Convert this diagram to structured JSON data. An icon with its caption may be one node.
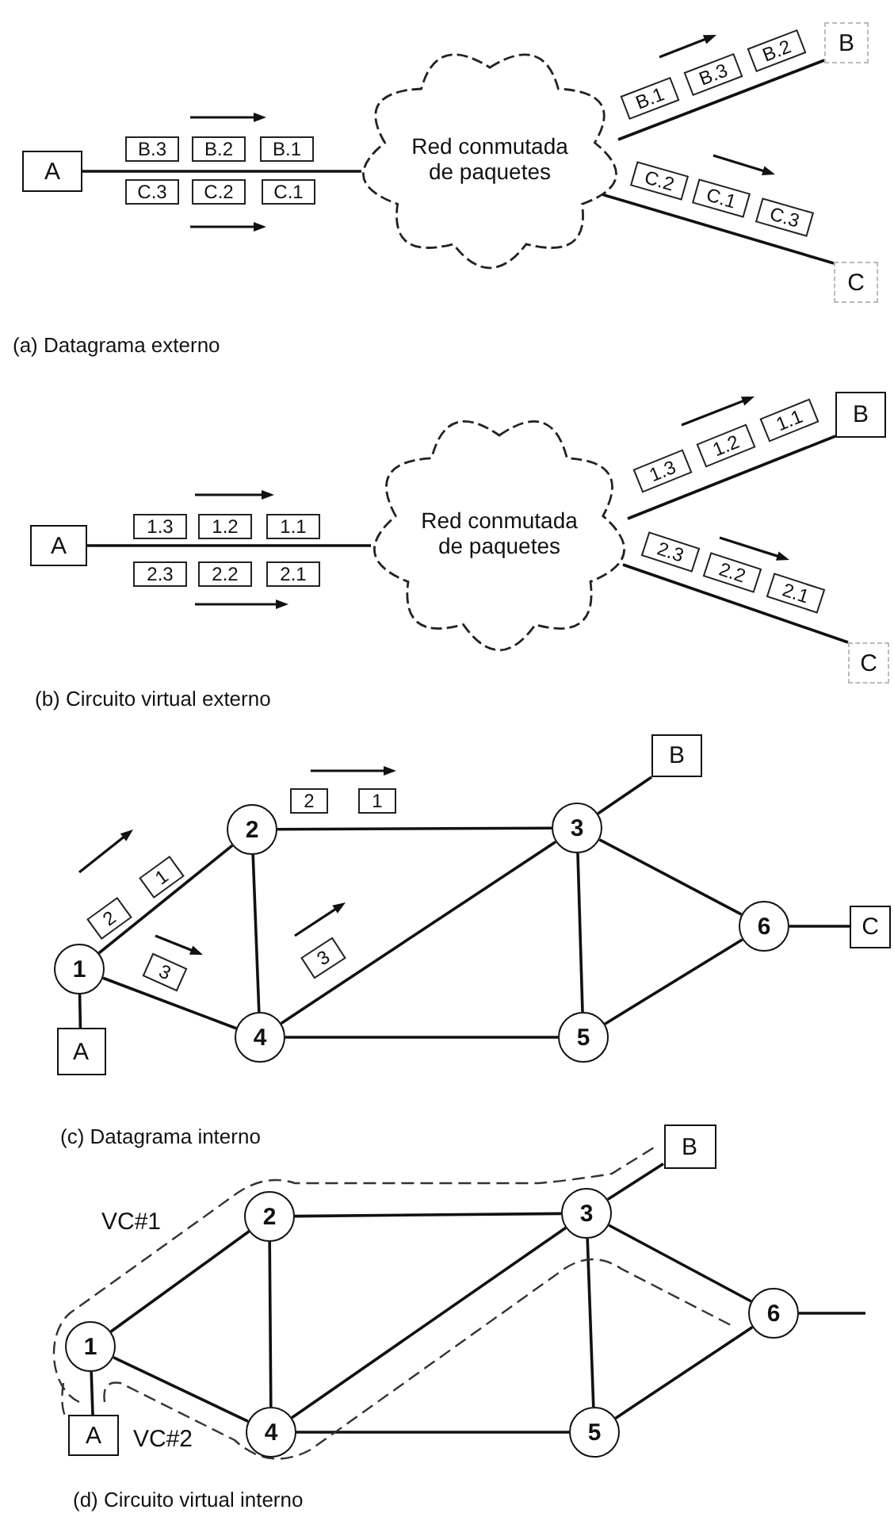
{
  "diagram": {
    "nodes": [
      {
        "text": [
          "A"
        ]
      },
      {
        "text": [
          "Red conmutada de paquetes"
        ]
      },
      {
        "text": [
          "B"
        ]
      },
      {
        "text": [
          "C"
        ]
      },
      {
        "text": [
          "B.3"
        ]
      },
      {
        "text": [
          "B.2"
        ]
      },
      {
        "text": [
          "B.1"
        ]
      },
      {
        "text": [
          "C.3"
        ]
      },
      {
        "text": [
          "C.2"
        ]
      },
      {
        "text": [
          "C.1"
        ]
      },
      {
        "text": [
          "B.1"
        ]
      },
      {
        "text": [
          "B.3"
        ]
      },
      {
        "text": [
          "B.2"
        ]
      },
      {
        "text": [
          "C.2"
        ]
      },
      {
        "text": [
          "C.1"
        ]
      },
      {
        "text": [
          "C.3"
        ]
      },
      {
        "text": [
          "A"
        ]
      },
      {
        "text": [
          "Red conmutada de paquetes"
        ]
      },
      {
        "text": [
          "B"
        ]
      },
      {
        "text": [
          "C"
        ]
      },
      {
        "text": [
          "1.3"
        ]
      },
      {
        "text": [
          "1.2"
        ]
      },
      {
        "text": [
          "1.1"
        ]
      },
      {
        "text": [
          "2.3"
        ]
      },
      {
        "text": [
          "2.2"
        ]
      },
      {
        "text": [
          "2.1"
        ]
      },
      {
        "text": [
          "1.3"
        ]
      },
      {
        "text": [
          "1.2"
        ]
      },
      {
        "text": [
          "1.1"
        ]
      },
      {
        "text": [
          "2.3"
        ]
      },
      {
        "text": [
          "2.2"
        ]
      },
      {
        "text": [
          "2.1"
        ]
      },
      {
        "text": [
          "1"
        ]
      },
      {
        "text": [
          "2"
        ]
      },
      {
        "text": [
          "3"
        ]
      },
      {
        "text": [
          "4"
        ]
      },
      {
        "text": [
          "5"
        ]
      },
      {
        "text": [
          "6"
        ]
      },
      {
        "text": [
          "A"
        ]
      },
      {
        "text": [
          "B"
        ]
      },
      {
        "text": [
          "C"
        ]
      },
      {
        "text": [
          "2"
        ]
      },
      {
        "text": [
          "1"
        ]
      },
      {
        "text": [
          "2"
        ]
      },
      {
        "text": [
          "1"
        ]
      },
      {
        "text": [
          "3"
        ]
      },
      {
        "text": [
          "3"
        ]
      },
      {
        "text": [
          "1"
        ]
      },
      {
        "text": [
          "2"
        ]
      },
      {
        "text": [
          "3"
        ]
      },
      {
        "text": [
          "4"
        ]
      },
      {
        "text": [
          "5"
        ]
      },
      {
        "text": [
          "6"
        ]
      },
      {
        "text": [
          "A"
        ]
      },
      {
        "text": [
          "B"
        ]
      }
    ],
    "edges": [
      {
        "from": 0,
        "to": 1,
        "arrow": "none"
      },
      {
        "from": 1,
        "to": 2,
        "arrow": "none"
      },
      {
        "from": 1,
        "to": 3,
        "arrow": "none"
      },
      {
        "from": 16,
        "to": 17,
        "arrow": "none"
      },
      {
        "from": 17,
        "to": 18,
        "arrow": "none"
      },
      {
        "from": 17,
        "to": 19,
        "arrow": "none"
      },
      {
        "from": 32,
        "to": 33,
        "arrow": "none"
      },
      {
        "from": 32,
        "to": 35,
        "arrow": "none"
      },
      {
        "from": 33,
        "to": 34,
        "arrow": "none"
      },
      {
        "from": 33,
        "to": 35,
        "arrow": "none"
      },
      {
        "from": 35,
        "to": 34,
        "arrow": "none"
      },
      {
        "from": 34,
        "to": 36,
        "arrow": "none"
      },
      {
        "from": 34,
        "to": 37,
        "arrow": "none"
      },
      {
        "from": 35,
        "to": 36,
        "arrow": "none"
      },
      {
        "from": 36,
        "to": 37,
        "arrow": "none"
      },
      {
        "from": 38,
        "to": 32,
        "arrow": "none"
      },
      {
        "from": 34,
        "to": 39,
        "arrow": "none"
      },
      {
        "from": 37,
        "to": 40,
        "arrow": "none"
      },
      {
        "from": 47,
        "to": 48,
        "arrow": "none"
      },
      {
        "from": 47,
        "to": 50,
        "arrow": "none"
      },
      {
        "from": 48,
        "to": 49,
        "arrow": "none"
      },
      {
        "from": 48,
        "to": 50,
        "arrow": "none"
      },
      {
        "from": 50,
        "to": 49,
        "arrow": "none"
      },
      {
        "from": 49,
        "to": 51,
        "arrow": "none"
      },
      {
        "from": 49,
        "to": 52,
        "arrow": "none"
      },
      {
        "from": 50,
        "to": 51,
        "arrow": "none"
      },
      {
        "from": 51,
        "to": 52,
        "arrow": "none"
      },
      {
        "from": 53,
        "to": 47,
        "arrow": "none"
      },
      {
        "from": 49,
        "to": 54,
        "arrow": "none"
      },
      {
        "from": 52,
        "to": null,
        "arrow": "none"
      }
    ],
    "labels": [
      "(a) Datagrama externo",
      "(b) Circuito virtual externo",
      "(c) Datagrama interno",
      "VC#1",
      "VC#2",
      "(d) Circuito virtual interno"
    ]
  }
}
